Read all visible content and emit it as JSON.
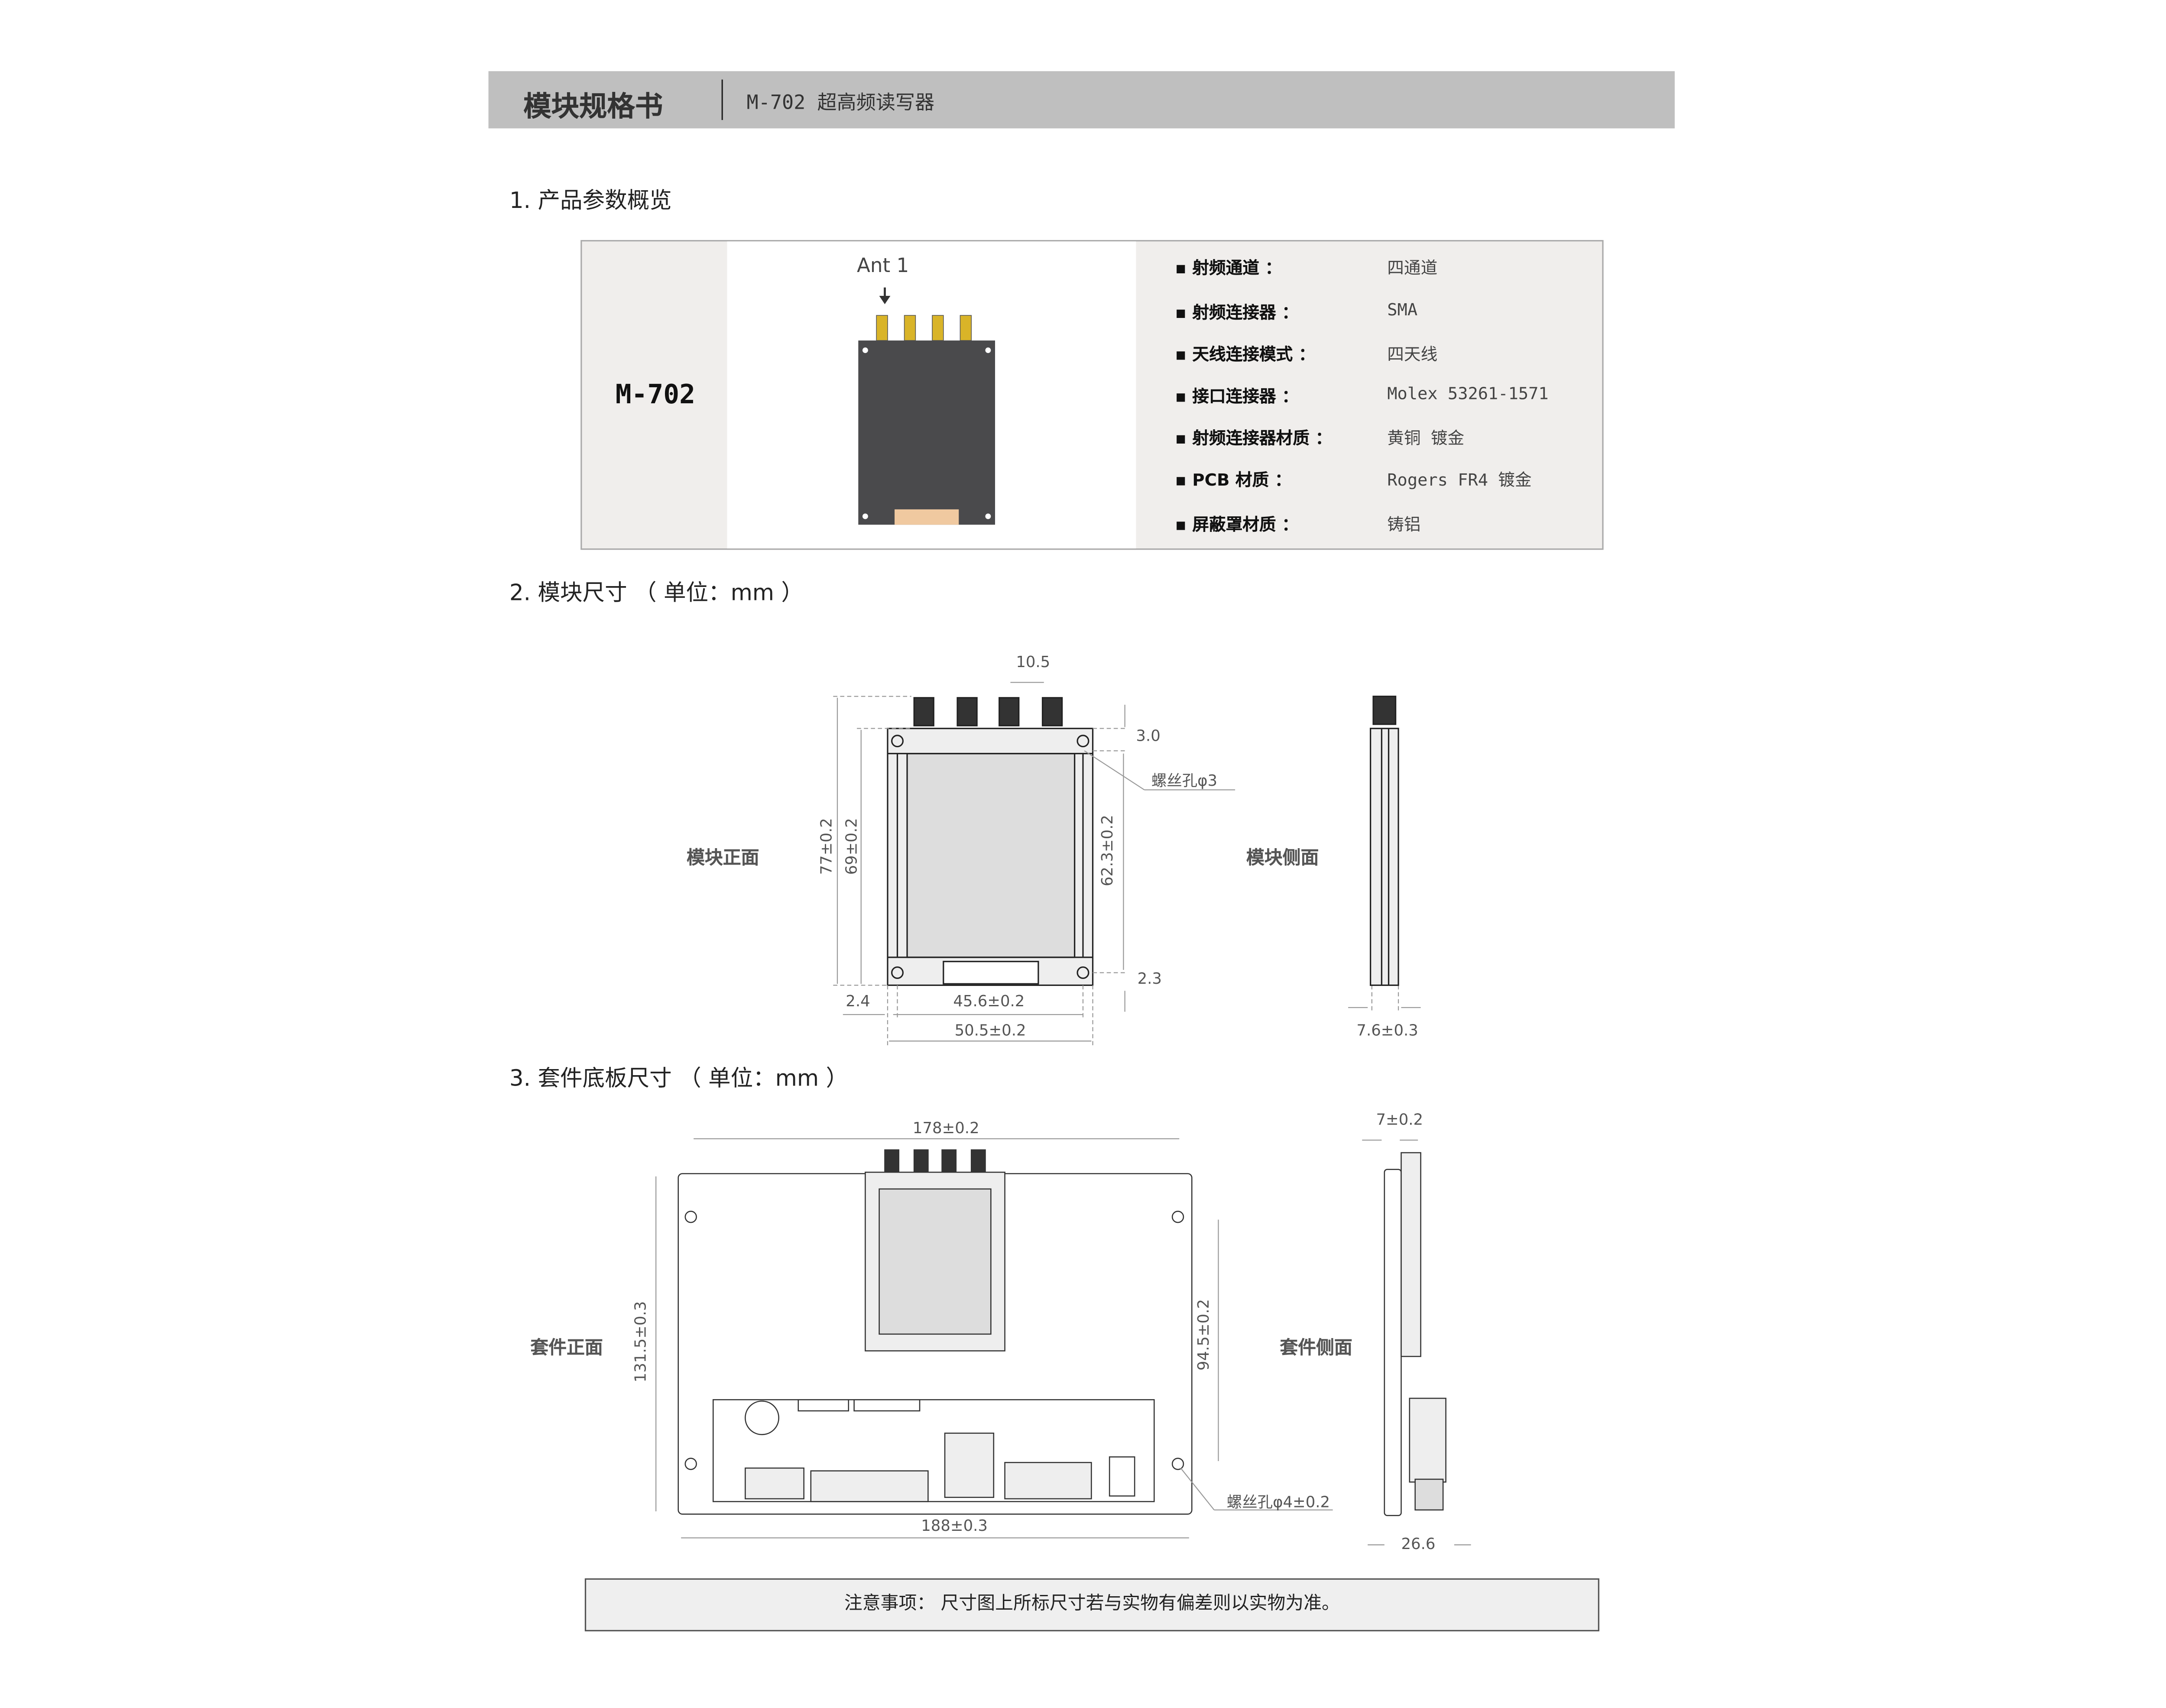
{
  "header": {
    "title": "模块规格书",
    "subtitle": "M-702 超高频读写器"
  },
  "section1": {
    "title": "1. 产品参数概览",
    "model": "M-702",
    "image_label": "Ant 1",
    "specs": [
      {
        "label": "射频通道 ：",
        "value": "四通道"
      },
      {
        "label": "射频连接器 ：",
        "value": "SMA"
      },
      {
        "label": "天线连接模式 ：",
        "value": "四天线"
      },
      {
        "label": "接口连接器 ：",
        "value": "Molex 53261-1571"
      },
      {
        "label": "射频连接器材质 ：",
        "value": "黄铜 镀金"
      },
      {
        "label": "PCB 材质 ：",
        "value": "Rogers FR4 镀金"
      },
      {
        "label": "屏蔽罩材质 ：",
        "value": "铸铝"
      }
    ]
  },
  "section2": {
    "title": "2. 模块尺寸 （ 单位：mm ）",
    "front_label": "模块正面",
    "side_label": "模块侧面",
    "dims": {
      "pitch": "10.5",
      "top": "3.0",
      "hole": "螺丝孔φ3",
      "h77": "77±0.2",
      "h69": "69±0.2",
      "h623": "62.3±0.2",
      "bottom": "2.3",
      "left": "2.4",
      "w456": "45.6±0.2",
      "w505": "50.5±0.2",
      "thick": "7.6±0.3"
    }
  },
  "section3": {
    "title": "3. 套件底板尺寸 （ 单位：mm ）",
    "front_label": "套件正面",
    "side_label": "套件侧面",
    "dims": {
      "w178": "178±0.2",
      "t7": "7±0.2",
      "h1315": "131.5±0.3",
      "h945": "94.5±0.2",
      "hole": "螺丝孔φ4±0.2",
      "w188": "188±0.3",
      "d266": "26.6"
    }
  },
  "note": "注意事项： 尺寸图上所标尺寸若与实物有偏差则以实物为准。"
}
